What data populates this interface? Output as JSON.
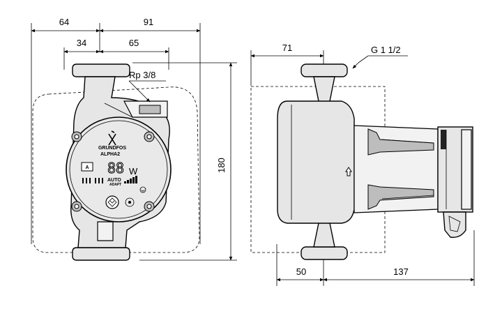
{
  "dimensions": {
    "front_left_width": "64",
    "front_right_width": "91",
    "front_inner_left": "34",
    "front_inner_right": "65",
    "front_height": "180",
    "side_top_offset": "71",
    "side_bottom_left": "50",
    "side_bottom_right": "137"
  },
  "callouts": {
    "sensor_port": "Rp 3/8",
    "pipe_thread": "G 1 1/2"
  },
  "faceplate": {
    "brand": "GRUNDFOS",
    "model": "ALPHA2",
    "mode_letter": "A",
    "power_digits": "88",
    "power_unit": "W",
    "auto_label": "AUTO",
    "auto_sub": "ADAPT"
  }
}
